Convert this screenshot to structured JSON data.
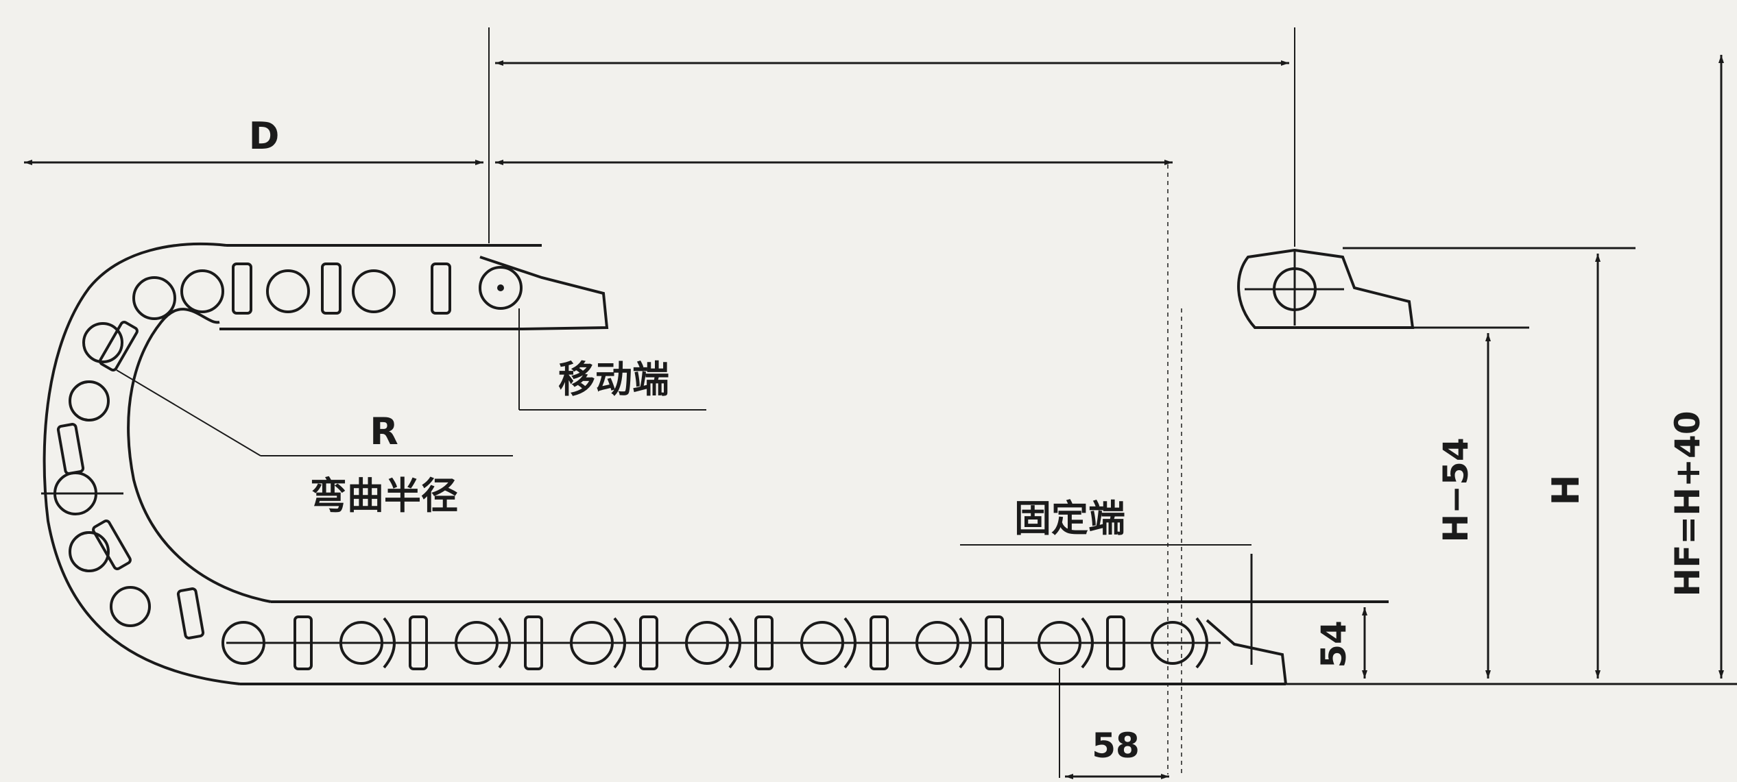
{
  "labels": {
    "D": "D",
    "R": "R",
    "bend_radius": "弯曲半径",
    "moving_end": "移动端",
    "fixed_end": "固定端",
    "link_height": "54",
    "pitch": "58",
    "h_minus": "H−54",
    "h": "H",
    "hf": "HF=H+40"
  },
  "colors": {
    "background": "#f2f1ed",
    "line": "#1a1a1a"
  }
}
